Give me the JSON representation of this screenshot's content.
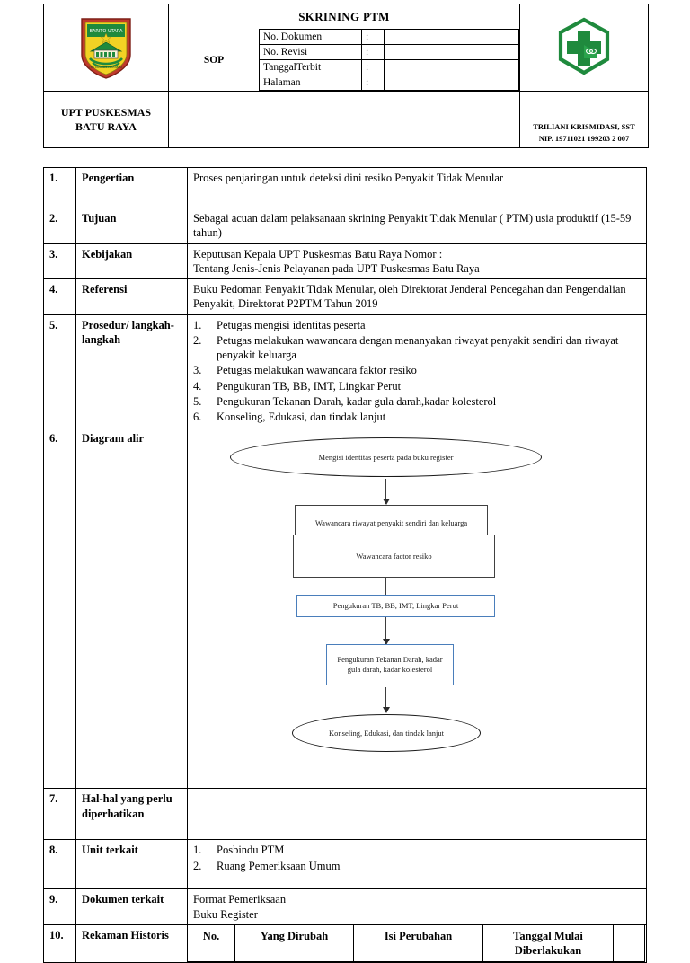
{
  "header": {
    "doc_title": "SKRINING PTM",
    "sop_label": "SOP",
    "fields": [
      {
        "label": "No. Dokumen",
        "colon": ":",
        "value": ""
      },
      {
        "label": "No. Revisi",
        "colon": ":",
        "value": ""
      },
      {
        "label": "TanggalTerbit",
        "colon": ":",
        "value": ""
      },
      {
        "label": "Halaman",
        "colon": ":",
        "value": ""
      }
    ],
    "unit_line1": "UPT PUSKESMAS",
    "unit_line2": "BATU RAYA",
    "signer_name": "TRILIANI KRISMIDASI, SST",
    "signer_nip": "NIP. 19711021 199203 2 007",
    "logo_kabupaten_text": "BARITO UTARA",
    "logo_puskesmas_name": "puskesmas-logo"
  },
  "sections": {
    "pengertian": {
      "num": "1.",
      "label": "Pengertian",
      "text": "Proses penjaringan untuk deteksi dini resiko Penyakit Tidak Menular"
    },
    "tujuan": {
      "num": "2.",
      "label": "Tujuan",
      "text": "Sebagai acuan dalam pelaksanaan skrining Penyakit Tidak Menular ( PTM) usia produktif (15-59 tahun)"
    },
    "kebijakan": {
      "num": "3.",
      "label": "Kebijakan",
      "line1": "Keputusan Kepala UPT Puskesmas Batu Raya Nomor :",
      "line2": "Tentang Jenis-Jenis Pelayanan pada UPT Puskesmas Batu Raya"
    },
    "referensi": {
      "num": "4.",
      "label": "Referensi",
      "text": "Buku Pedoman Penyakit Tidak Menular, oleh Direktorat Jenderal Pencegahan dan Pengendalian Penyakit, Direktorat P2PTM  Tahun 2019"
    },
    "prosedur": {
      "num": "5.",
      "label": "Prosedur/ langkah-langkah",
      "steps": [
        {
          "n": "1.",
          "text": "Petugas mengisi identitas peserta"
        },
        {
          "n": "2.",
          "text": "Petugas melakukan wawancara dengan menanyakan riwayat penyakit sendiri dan riwayat penyakit keluarga"
        },
        {
          "n": "3.",
          "text": " Petugas melakukan wawancara faktor resiko"
        },
        {
          "n": "4.",
          "text": "Pengukuran TB, BB, IMT, Lingkar Perut"
        },
        {
          "n": "5.",
          "text": "Pengukuran Tekanan Darah, kadar gula darah,kadar kolesterol"
        },
        {
          "n": "6.",
          "text": "Konseling, Edukasi, dan tindak lanjut"
        }
      ]
    },
    "diagram": {
      "num": "6.",
      "label": "Diagram alir",
      "nodes": [
        {
          "id": "n1",
          "shape": "ellipse",
          "text": "Mengisi identitas peserta pada buku register"
        },
        {
          "id": "n2",
          "shape": "rect",
          "text": "Wawancara riwayat penyakit sendiri dan keluarga"
        },
        {
          "id": "n3",
          "shape": "rect",
          "text": "Wawancara factor resiko"
        },
        {
          "id": "n4",
          "shape": "rect-blue",
          "text": "Pengukuran TB, BB, IMT, Lingkar Perut"
        },
        {
          "id": "n5",
          "shape": "rect-blue",
          "text": "Pengukuran Tekanan Darah, kadar gula darah, kadar kolesterol"
        },
        {
          "id": "n6",
          "shape": "ellipse",
          "text": "Konseling, Edukasi, dan tindak lanjut"
        }
      ]
    },
    "halhal": {
      "num": "7.",
      "label": "Hal-hal yang perlu diperhatikan",
      "text": ""
    },
    "unit_terkait": {
      "num": "8.",
      "label": "Unit terkait",
      "items": [
        {
          "n": "1.",
          "text": "Posbindu PTM"
        },
        {
          "n": "2.",
          "text": "Ruang Pemeriksaan Umum"
        }
      ]
    },
    "dokumen_terkait": {
      "num": "9.",
      "label": "Dokumen terkait",
      "line1": "Format Pemeriksaan",
      "line2": "Buku Register"
    },
    "rekaman": {
      "num": "10.",
      "label": "Rekaman Historis",
      "columns": [
        "No.",
        "Yang Dirubah",
        "Isi Perubahan",
        "Tanggal Mulai Diberlakukan",
        ""
      ]
    }
  },
  "colors": {
    "flow_blue": "#4a7ebb",
    "logo_green": "#1f8a3d",
    "logo_yellow": "#f2d224",
    "logo_red": "#c0392b",
    "ink": "#000000"
  }
}
